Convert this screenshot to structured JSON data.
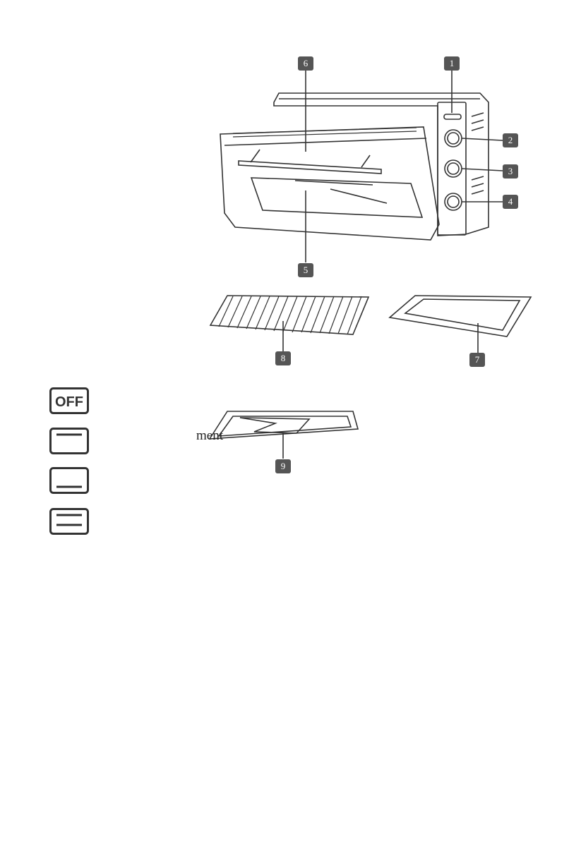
{
  "callouts": {
    "c1": "1",
    "c2": "2",
    "c3": "3",
    "c4": "4",
    "c5": "5",
    "c6": "6",
    "c7": "7",
    "c8": "8",
    "c9": "9"
  },
  "mode_icons": {
    "off_label": "OFF"
  },
  "partial_text": "ment",
  "colors": {
    "badge": "#555555",
    "line": "#333333"
  }
}
